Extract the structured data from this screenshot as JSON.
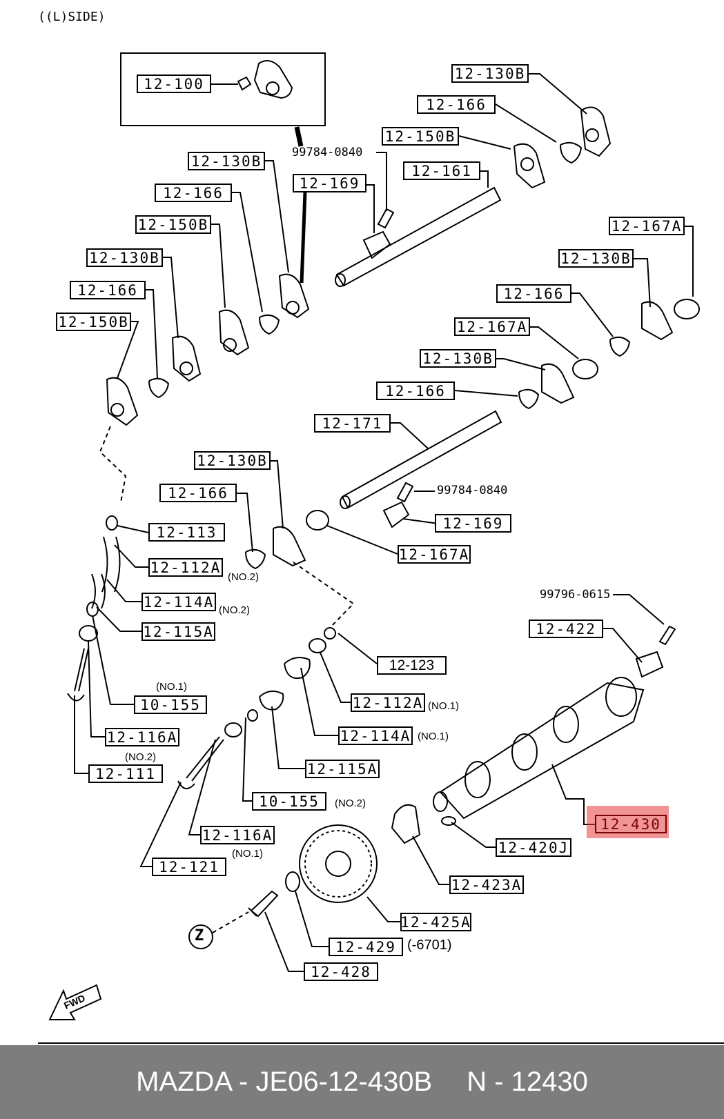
{
  "diagram": {
    "side_title": "((L)SIDE)",
    "fwd_label": "FWD",
    "z_label": "Z",
    "labels": {
      "l_12_100": "12-100",
      "l_12_130b_top": "12-130B",
      "l_12_166_top": "12-166",
      "l_12_150b_top": "12-150B",
      "l_12_161": "12-161",
      "l_12_169_top": "12-169",
      "l_12_130b_a": "12-130B",
      "l_12_166_a": "12-166",
      "l_12_150b_a": "12-150B",
      "l_12_130b_b": "12-130B",
      "l_12_166_b": "12-166",
      "l_12_150b_b": "12-150B",
      "l_12_167a_r1": "12-167A",
      "l_12_130b_r1": "12-130B",
      "l_12_166_r1": "12-166",
      "l_12_167a_r2": "12-167A",
      "l_12_130b_r2": "12-130B",
      "l_12_166_r2": "12-166",
      "l_12_171": "12-171",
      "l_12_130b_c": "12-130B",
      "l_12_166_c": "12-166",
      "l_12_169_mid": "12-169",
      "l_12_167a_mid": "12-167A",
      "l_12_113": "12-113",
      "l_12_112a_l": "12-112A",
      "l_12_114a_l": "12-114A",
      "l_12_115a_l": "12-115A",
      "l_10_155_l": "10-155",
      "l_12_116a_l": "12-116A",
      "l_12_111": "12-111",
      "l_12_123": "12-123",
      "l_12_112a_r": "12-112A",
      "l_12_114a_r": "12-114A",
      "l_12_115a_r": "12-115A",
      "l_10_155_r": "10-155",
      "l_12_116a_r": "12-116A",
      "l_12_121": "12-121",
      "l_12_422": "12-422",
      "l_12_430": "12-430",
      "l_12_420j": "12-420J",
      "l_12_423a": "12-423A",
      "l_12_425a": "12-425A",
      "l_12_429": "12-429",
      "l_12_428": "12-428"
    },
    "part_numbers": {
      "p_99784_top": "99784-0840",
      "p_99784_mid": "99784-0840",
      "p_99796": "99796-0615"
    },
    "notes": {
      "n_no2_a": "(NO.2)",
      "n_no2_b": "(NO.2)",
      "n_no1_a": "(NO.1)",
      "n_no2_c": "(NO.2)",
      "n_no1_b": "(NO.1)",
      "n_no1_c": "(NO.1)",
      "n_no2_d": "(NO.2)",
      "n_no1_d": "(NO.1)",
      "n_6701": "(-6701)"
    },
    "highlight_part": "12-430",
    "highlight_color": "#e63c3c"
  },
  "footer": {
    "brand_part": "MAZDA - JE06-12-430B",
    "ref": "N - 12430",
    "background_color": "#7d7d7d"
  }
}
